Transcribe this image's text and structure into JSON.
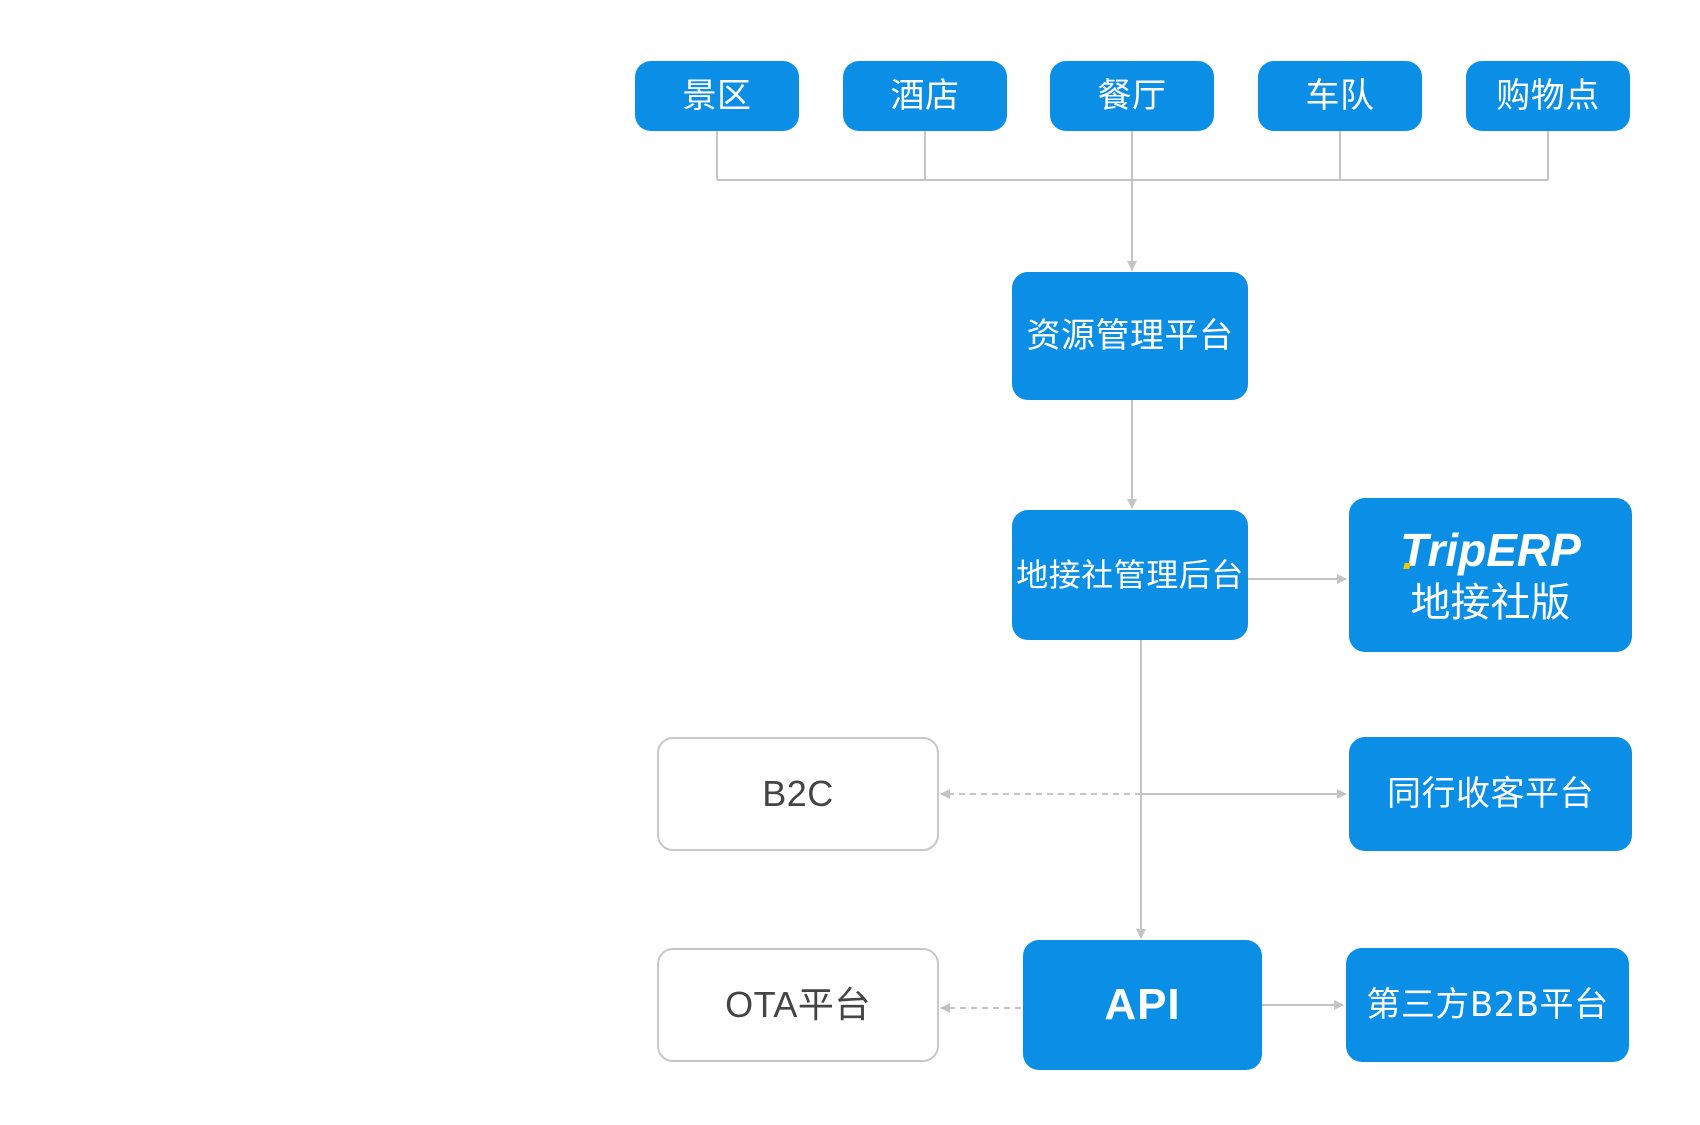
{
  "diagram": {
    "colors": {
      "box_fill": "#0b8ee6",
      "box_text": "#ffffff",
      "outline_border": "#c8c8c8",
      "outline_text": "#444444",
      "connector": "#c4c4c4"
    },
    "nodes": {
      "scenic_area": "景区",
      "hotel": "酒店",
      "restaurant": "餐厅",
      "fleet": "车队",
      "shopping": "购物点",
      "resource_platform": "资源管理平台",
      "agency_backend": "地接社管理后台",
      "triperp_logo": "TripERP",
      "triperp_edition": "地接社版",
      "b2c": "B2C",
      "peer_platform": "同行收客平台",
      "ota_platform": "OTA平台",
      "api": "API",
      "third_party_b2b": "第三方B2B平台"
    }
  }
}
